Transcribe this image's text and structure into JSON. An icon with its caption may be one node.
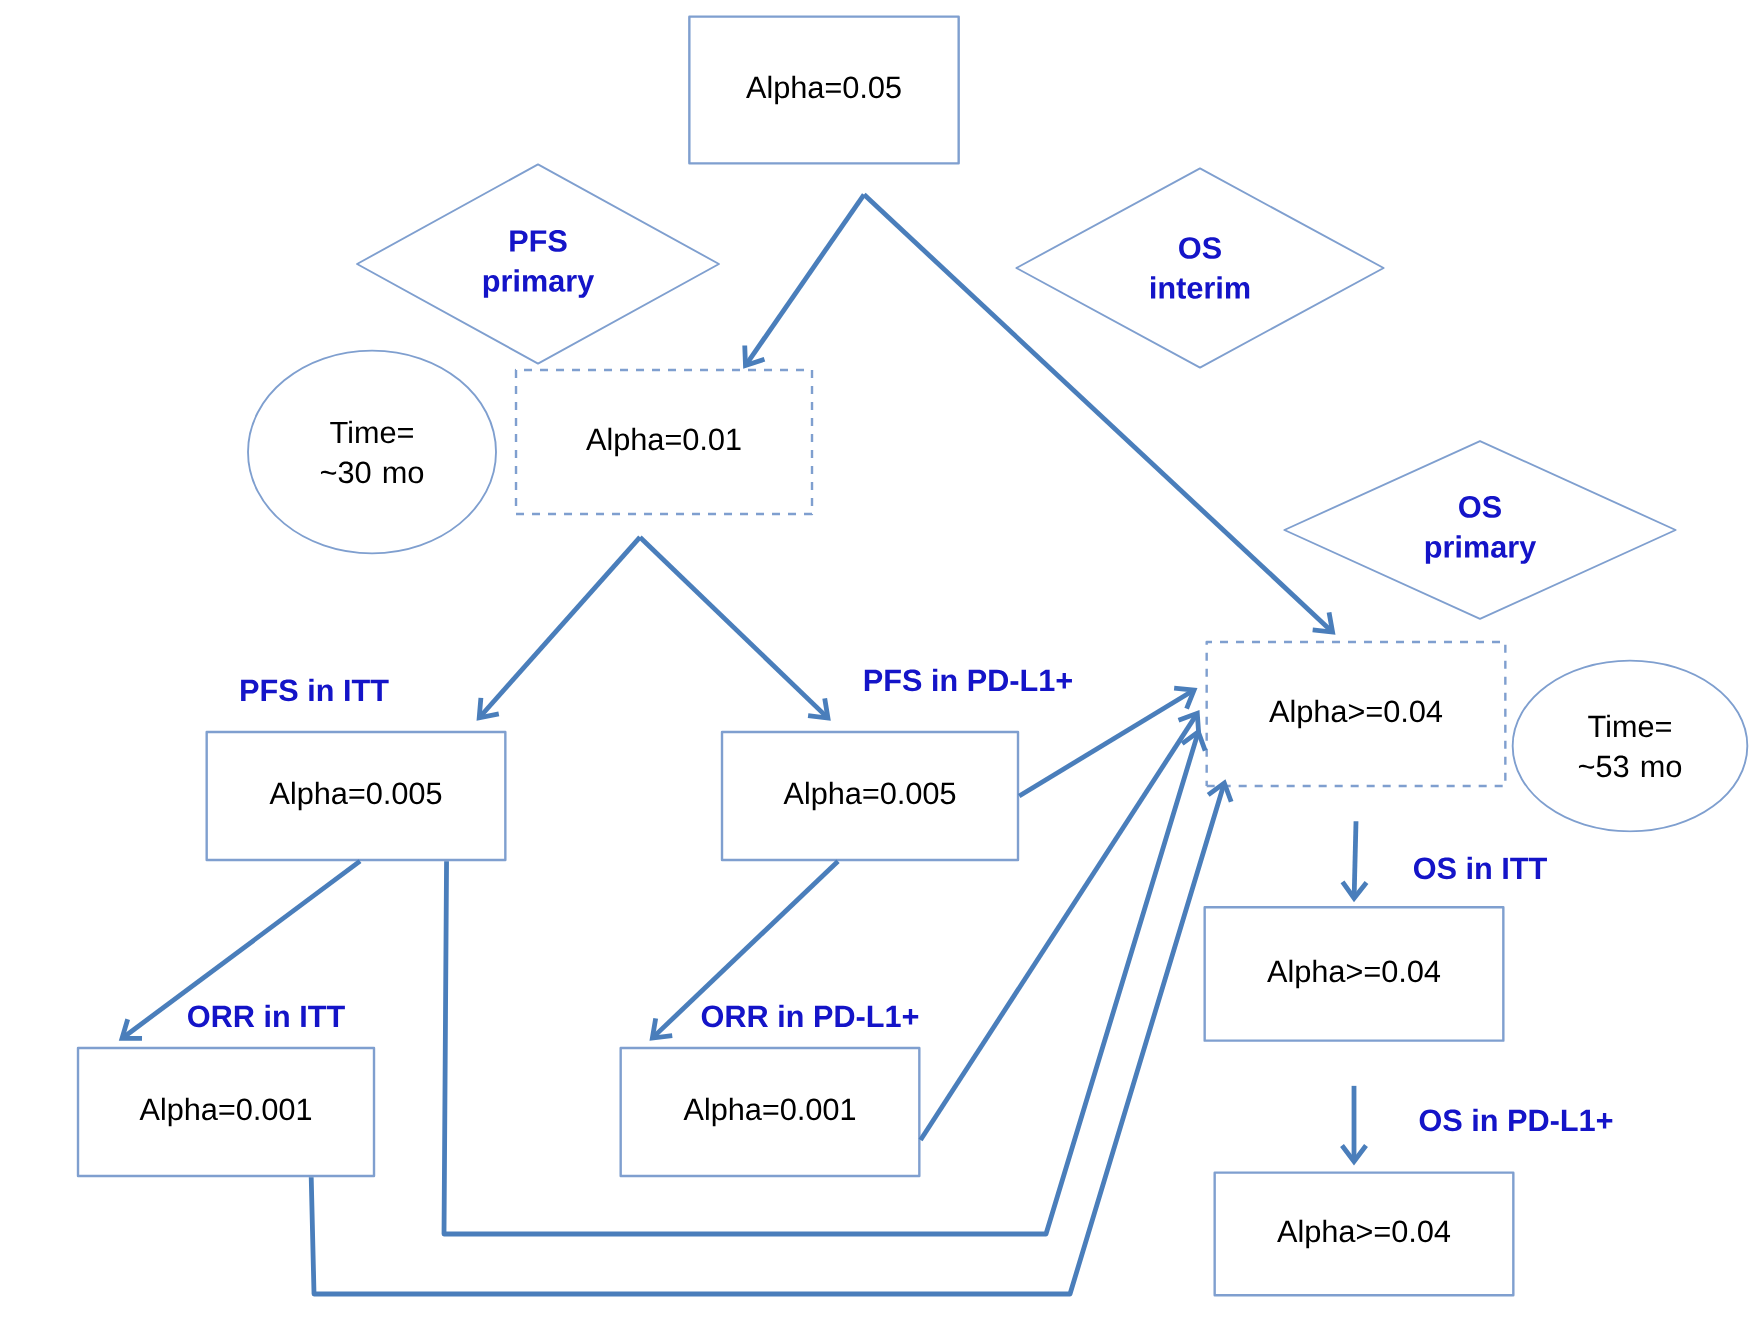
{
  "diagram": {
    "nodes": [
      {
        "text": [
          "Alpha=0.05"
        ]
      },
      {
        "text": [
          "PFS primary"
        ]
      },
      {
        "text": [
          "OS interim"
        ]
      },
      {
        "text": [
          "Time= ~30 mo"
        ]
      },
      {
        "text": [
          "Alpha=0.01"
        ]
      },
      {
        "text": [
          "OS primary"
        ]
      },
      {
        "text": [
          "Alpha>=0.04"
        ]
      },
      {
        "text": [
          "Time= ~53 mo"
        ]
      },
      {
        "text": [
          "Alpha=0.005"
        ]
      },
      {
        "text": [
          "Alpha=0.005"
        ]
      },
      {
        "text": [
          "Alpha=0.001"
        ]
      },
      {
        "text": [
          "Alpha=0.001"
        ]
      },
      {
        "text": [
          "Alpha>=0.04"
        ]
      },
      {
        "text": [
          "Alpha>=0.04"
        ]
      }
    ],
    "edges": [
      {
        "from": 0,
        "to": 4,
        "arrow": "to"
      },
      {
        "from": 0,
        "to": 6,
        "arrow": "to"
      },
      {
        "from": 4,
        "to": 8,
        "arrow": "to",
        "label": "PFS in ITT"
      },
      {
        "from": 4,
        "to": 9,
        "arrow": "to",
        "label": "PFS in PD-L1+"
      },
      {
        "from": 8,
        "to": 10,
        "arrow": "to",
        "label": "ORR in ITT"
      },
      {
        "from": 9,
        "to": 11,
        "arrow": "to",
        "label": "ORR in PD-L1+"
      },
      {
        "from": 9,
        "to": 6,
        "arrow": "to"
      },
      {
        "from": 11,
        "to": 6,
        "arrow": "to"
      },
      {
        "from": 8,
        "to": 6,
        "arrow": "to"
      },
      {
        "from": 10,
        "to": 6,
        "arrow": "to"
      },
      {
        "from": 6,
        "to": 12,
        "arrow": "to",
        "label": "OS in ITT"
      },
      {
        "from": 12,
        "to": 13,
        "arrow": "to",
        "label": "OS in PD-L1+"
      }
    ]
  }
}
